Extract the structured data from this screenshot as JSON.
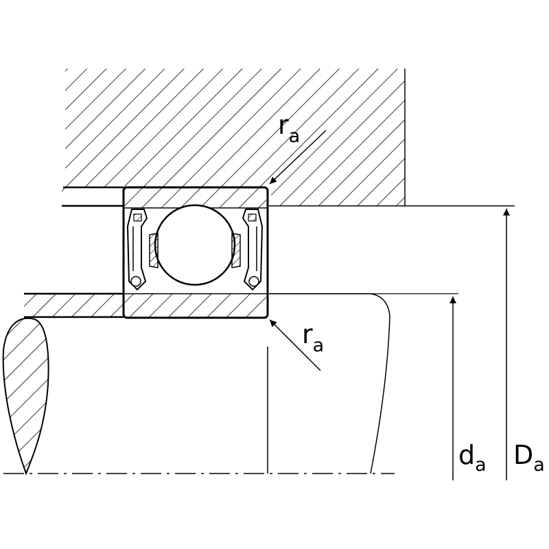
{
  "labels": {
    "ra_top": {
      "main": "r",
      "sub": "a"
    },
    "ra_bottom": {
      "main": "r",
      "sub": "a"
    },
    "da": {
      "main": "d",
      "sub": "a"
    },
    "Da": {
      "main": "D",
      "sub": "a"
    }
  },
  "colors": {
    "line": "#000000",
    "background": "#ffffff"
  }
}
